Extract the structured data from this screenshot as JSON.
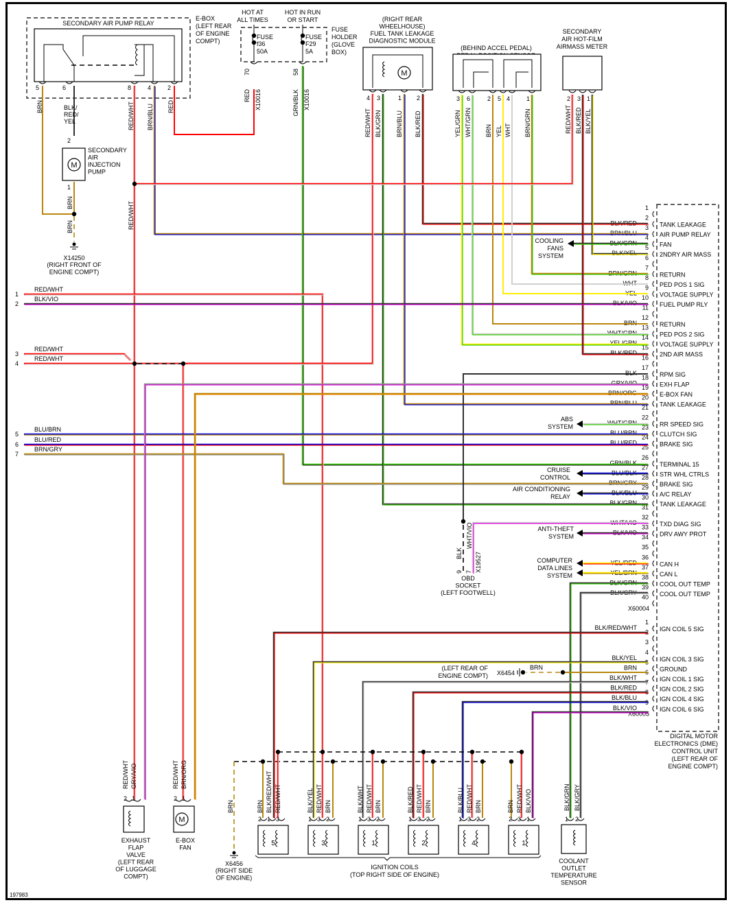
{
  "diagram_id": "197983",
  "colors": {
    "RED": "#ff0000",
    "WHT": "#d0d0d0",
    "BLK": "#303030",
    "BRN": "#b8860b",
    "BLU": "#0000dd",
    "GRN": "#33cc00",
    "YEL": "#ffee00",
    "VIO": "#dd00dd",
    "GRY": "#909090",
    "ORG": "#ee8800"
  },
  "components": {
    "air_pump_relay": {
      "title": "SECONDARY AIR PUMP RELAY",
      "location": [
        "E-BOX",
        "(LEFT REAR",
        "OF ENGINE",
        "COMPT)"
      ],
      "pins": [
        {
          "pin": "5",
          "wire": "BRN"
        },
        {
          "pin": "6",
          "wire": "BLK/RED/YEL"
        },
        {
          "pin": "8",
          "wire": "RED/WHT"
        },
        {
          "pin": "4",
          "wire": "BRN/BLU"
        },
        {
          "pin": "2",
          "wire": "RED"
        }
      ],
      "wire_label_6": [
        "BLK/",
        "RED/",
        "YEL"
      ]
    },
    "fuse_holder": {
      "label": [
        "FUSE",
        "HOLDER",
        "(GLOVE",
        "BOX)"
      ],
      "feeds": [
        "HOT AT",
        "ALL TIMES",
        "HOT IN RUN",
        "OR START"
      ],
      "fuses": [
        {
          "name": "FUSE",
          "id": "f36",
          "rating": "50A",
          "wire": "RED",
          "pin": "70",
          "connector": "X10016"
        },
        {
          "name": "FUSE",
          "id": "F29",
          "rating": "5A",
          "wire": "GRN/BLK",
          "pin": "58",
          "connector": "X10016"
        }
      ]
    },
    "fuel_tank_module": {
      "title": [
        "(RIGHT REAR",
        "WHEELHOUSE)",
        "FUEL TANK LEAKAGE",
        "DIAGNOSTIC MODULE"
      ],
      "pins": [
        {
          "pin": "4",
          "wire": "RED/WHT"
        },
        {
          "pin": "3",
          "wire": "BLK/GRN"
        },
        {
          "pin": "1",
          "wire": "BRN/BLU"
        },
        {
          "pin": "2",
          "wire": "BLK/RED"
        }
      ]
    },
    "pedal_sensor": {
      "title": [
        "(BEHIND ACCEL PEDAL)",
        "PEDAL POSITION SENSOR"
      ],
      "pins": [
        {
          "pin": "3",
          "wire": "YEL/GRN"
        },
        {
          "pin": "6",
          "wire": "WHT/GRN"
        },
        {
          "pin": "2",
          "wire": "BRN"
        },
        {
          "pin": "5",
          "wire": "YEL"
        },
        {
          "pin": "4",
          "wire": "WHT"
        },
        {
          "pin": "1",
          "wire": "BRN/GRN"
        }
      ]
    },
    "airmass_meter": {
      "title": [
        "SECONDARY",
        "AIR HOT-FILM",
        "AIRMASS METER"
      ],
      "pins": [
        {
          "pin": "2",
          "wire": "RED/WHT"
        },
        {
          "pin": "3",
          "wire": "BLK/RED"
        },
        {
          "pin": "1",
          "wire": "BLK/YEL"
        }
      ]
    },
    "injection_pump": {
      "title": [
        "SECONDARY",
        "AIR",
        "INJECTION",
        "PUMP"
      ],
      "pin_top": "2",
      "pin_bottom": "1",
      "wire_bottom": "BRN"
    },
    "ground_x14250": {
      "id": "X14250",
      "location": [
        "(RIGHT FRONT OF",
        "ENGINE COMPT)"
      ],
      "wire": "BRN"
    },
    "ground_x6456": {
      "id": "X6456",
      "location": [
        "(RIGHT SIDE",
        "OF ENGINE)"
      ],
      "wire": "BRN"
    },
    "ground_x6454": {
      "id": "X6454",
      "location": [
        "(LEFT REAR OF",
        "ENGINE COMPT)"
      ],
      "wire": "BRN"
    },
    "obd_socket": {
      "title": [
        "OBD",
        "SOCKET",
        "(LEFT FOOTWELL)"
      ],
      "connector": "X19527",
      "pins": [
        {
          "pin": "9",
          "wire": "BLK"
        },
        {
          "pin": "7",
          "wire": "WHT/VIO"
        }
      ]
    },
    "exhaust_flap": {
      "title": [
        "EXHAUST",
        "FLAP",
        "VALVE",
        "(LEFT REAR",
        "OF LUGGAGE",
        "COMPT)"
      ],
      "pins": [
        {
          "pin": "2",
          "wire": "RED/WHT"
        },
        {
          "pin": "1",
          "wire": "GRY/VIO"
        }
      ]
    },
    "ebox_fan": {
      "title": [
        "E-BOX",
        "FAN"
      ],
      "pins": [
        {
          "pin": "2",
          "wire": "RED/WHT"
        },
        {
          "pin": "1",
          "wire": "BRN/ORG"
        }
      ]
    },
    "coolant_sensor": {
      "title": [
        "COOLANT",
        "OUTLET",
        "TEMPERATURE",
        "SENSOR"
      ],
      "pins": [
        {
          "pin": "1",
          "wire": "BLK/GRN"
        },
        {
          "pin": "2",
          "wire": "BLK/GRY"
        }
      ]
    },
    "ignition_coils": {
      "title": [
        "IGNITION COILS",
        "(TOP RIGHT SIDE OF ENGINE)"
      ],
      "coils": [
        {
          "number": "5",
          "pins": [
            {
              "pin": "2",
              "wire": "BRN"
            },
            {
              "pin": "1",
              "wire": "BLK/RED/WHT"
            },
            {
              "pin": "3",
              "wire": "RED/WHT"
            }
          ]
        },
        {
          "number": "3",
          "pins": [
            {
              "pin": "1",
              "wire": "BLK/YEL"
            },
            {
              "pin": "3",
              "wire": "RED/WHT"
            },
            {
              "pin": "2",
              "wire": "BRN"
            }
          ]
        },
        {
          "number": "1",
          "pins": [
            {
              "pin": "1",
              "wire": "BLK/WHT"
            },
            {
              "pin": "3",
              "wire": "RED/WHT"
            },
            {
              "pin": "2",
              "wire": "BRN"
            }
          ]
        },
        {
          "number": "2",
          "pins": [
            {
              "pin": "1",
              "wire": "BLK/RED"
            },
            {
              "pin": "3",
              "wire": "RED/WHT"
            },
            {
              "pin": "2",
              "wire": "BRN"
            }
          ]
        },
        {
          "number": "4",
          "pins": [
            {
              "pin": "1",
              "wire": "BLK/BLU"
            },
            {
              "pin": "3",
              "wire": "RED/WHT"
            },
            {
              "pin": "2",
              "wire": "BRN"
            }
          ]
        },
        {
          "number": "1",
          "pins": [
            {
              "pin": "2",
              "wire": "BRN"
            },
            {
              "pin": "3",
              "wire": "RED/WHT"
            },
            {
              "pin": "1",
              "wire": "BLK/VIO"
            }
          ]
        }
      ]
    },
    "dme": {
      "title": [
        "DIGITAL MOTOR",
        "ELECTRONICS (DME)",
        "CONTROL UNIT",
        "(LEFT REAR OF",
        "ENGINE COMPT)"
      ],
      "connector_a": "X60004",
      "connector_b": "X60005",
      "pins_a": [
        {
          "pin": "1",
          "wire": "",
          "function": ""
        },
        {
          "pin": "2",
          "wire": "BLK/RED",
          "function": "TANK LEAKAGE"
        },
        {
          "pin": "3",
          "wire": "BRN/BLU",
          "function": "AIR PUMP RELAY"
        },
        {
          "pin": "4",
          "wire": "BLK/GRN",
          "function": "FAN"
        },
        {
          "pin": "5",
          "wire": "BLK/YEL",
          "function": "2NDRY AIR MASS"
        },
        {
          "pin": "6",
          "wire": "",
          "function": ""
        },
        {
          "pin": "7",
          "wire": "BRN/GRN",
          "function": "RETURN"
        },
        {
          "pin": "8",
          "wire": "WHT",
          "function": "PED POS 1 SIG"
        },
        {
          "pin": "9",
          "wire": "YEL",
          "function": "VOLTAGE SUPPLY"
        },
        {
          "pin": "10",
          "wire": "BLK/VIO",
          "function": "FUEL PUMP RLY"
        },
        {
          "pin": "11",
          "wire": "",
          "function": ""
        },
        {
          "pin": "12",
          "wire": "BRN",
          "function": "RETURN"
        },
        {
          "pin": "13",
          "wire": "WHT/GRN",
          "function": "PED POS 2 SIG"
        },
        {
          "pin": "14",
          "wire": "YEL/GRN",
          "function": "VOLTAGE SUPPLY"
        },
        {
          "pin": "15",
          "wire": "BLK/RED",
          "function": "2ND AIR MASS"
        },
        {
          "pin": "16",
          "wire": "",
          "function": ""
        },
        {
          "pin": "17",
          "wire": "BLK",
          "function": "RPM SIG"
        },
        {
          "pin": "18",
          "wire": "GRY/VIO",
          "function": "EXH FLAP"
        },
        {
          "pin": "19",
          "wire": "BRN/ORG",
          "function": "E-BOX FAN"
        },
        {
          "pin": "20",
          "wire": "BRN/BLU",
          "function": "TANK LEAKAGE"
        },
        {
          "pin": "21",
          "wire": "",
          "function": ""
        },
        {
          "pin": "22",
          "wire": "WHT/GRN",
          "function": "RR SPEED SIG"
        },
        {
          "pin": "23",
          "wire": "BLU/BRN",
          "function": "CLUTCH SIG"
        },
        {
          "pin": "24",
          "wire": "BLU/RED",
          "function": "BRAKE SIG"
        },
        {
          "pin": "25",
          "wire": "",
          "function": ""
        },
        {
          "pin": "26",
          "wire": "GRN/BLK",
          "function": "TERMINAL 15"
        },
        {
          "pin": "27",
          "wire": "BLU/BLK",
          "function": "STR WHL CTRLS"
        },
        {
          "pin": "28",
          "wire": "BRN/GRY",
          "function": "BRAKE SIG"
        },
        {
          "pin": "29",
          "wire": "BLK/BLU",
          "function": "A/C RELAY"
        },
        {
          "pin": "30",
          "wire": "BLK/GRN",
          "function": "TANK LEAKAGE"
        },
        {
          "pin": "31",
          "wire": "",
          "function": ""
        },
        {
          "pin": "32",
          "wire": "WHT/VIO",
          "function": "TXD DIAG SIG"
        },
        {
          "pin": "33",
          "wire": "BLK/VIO",
          "function": "DRV AWY PROT"
        },
        {
          "pin": "34",
          "wire": "",
          "function": ""
        },
        {
          "pin": "35",
          "wire": "",
          "function": ""
        },
        {
          "pin": "36",
          "wire": "YEL/RED",
          "function": "CAN H"
        },
        {
          "pin": "37",
          "wire": "YEL/BRN",
          "function": "CAN L"
        },
        {
          "pin": "38",
          "wire": "BLK/GRN",
          "function": "COOL OUT TEMP"
        },
        {
          "pin": "39",
          "wire": "BLK/GRY",
          "function": "COOL OUT TEMP"
        },
        {
          "pin": "40",
          "wire": "",
          "function": ""
        }
      ],
      "pins_b": [
        {
          "pin": "1",
          "wire": "BLK/RED/WHT",
          "function": "IGN COIL 5 SIG"
        },
        {
          "pin": "2",
          "wire": "",
          "function": ""
        },
        {
          "pin": "3",
          "wire": "",
          "function": ""
        },
        {
          "pin": "4",
          "wire": "BLK/YEL",
          "function": "IGN COIL 3 SIG"
        },
        {
          "pin": "5",
          "wire": "BRN",
          "function": "GROUND"
        },
        {
          "pin": "6",
          "wire": "BLK/WHT",
          "function": "IGN COIL 1 SIG"
        },
        {
          "pin": "7",
          "wire": "BLK/RED",
          "function": "IGN COIL 2 SIG"
        },
        {
          "pin": "8",
          "wire": "BLK/BLU",
          "function": "IGN COIL 4 SIG"
        },
        {
          "pin": "9",
          "wire": "BLK/VIO",
          "function": "IGN COIL 6 SIG"
        }
      ]
    },
    "external_systems": [
      {
        "name": [
          "COOLING",
          "FANS",
          "SYSTEM"
        ],
        "pin": "4"
      },
      {
        "name": [
          "ABS",
          "SYSTEM"
        ],
        "pin": "22"
      },
      {
        "name": [
          "CRUISE",
          "CONTROL"
        ],
        "pin": "27"
      },
      {
        "name": [
          "AIR CONDITIONING",
          "RELAY"
        ],
        "pin": "29"
      },
      {
        "name": [
          "ANTI-THEFT",
          "SYSTEM"
        ],
        "pin": "33"
      },
      {
        "name": [
          "COMPUTER",
          "DATA LINES",
          "SYSTEM"
        ],
        "pin": "36-37"
      }
    ],
    "left_connectors": [
      {
        "num": "1",
        "wire": "RED/WHT"
      },
      {
        "num": "2",
        "wire": "BLK/VIO"
      },
      {
        "num": "3",
        "wire": "RED/WHT"
      },
      {
        "num": "4",
        "wire": "RED/WHT"
      },
      {
        "num": "5",
        "wire": "BLU/BRN"
      },
      {
        "num": "6",
        "wire": "BLU/RED"
      },
      {
        "num": "7",
        "wire": "BRN/GRY"
      }
    ]
  }
}
